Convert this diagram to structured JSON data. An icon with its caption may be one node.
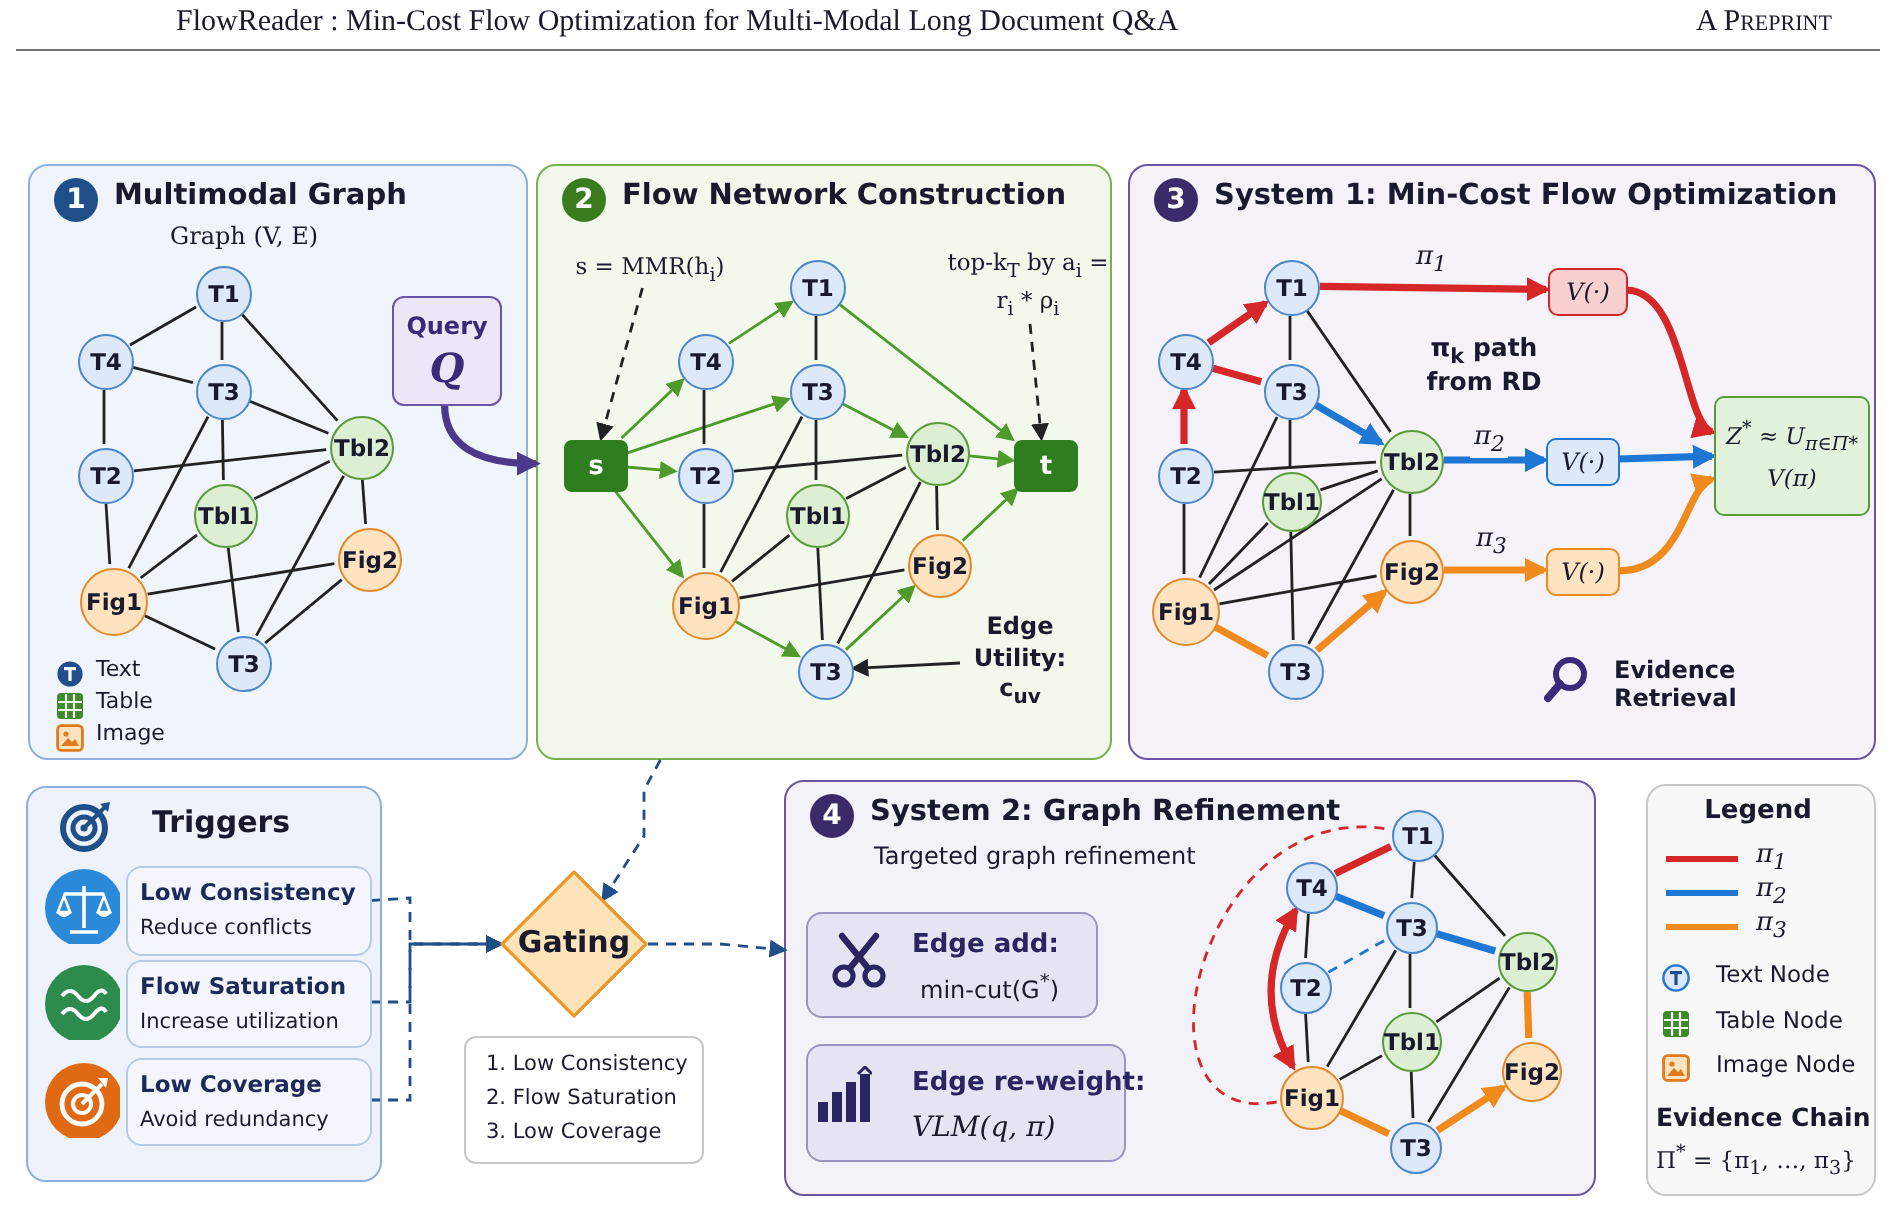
{
  "diagram": {
    "title": "FlowReader : Min-Cost Flow Optimization for Multi-Modal Long Document Q&A",
    "nodes": [
      {
        "text": [
          "1",
          "Multimodal Graph",
          "Graph (V, E)"
        ]
      },
      {
        "text": [
          "T1"
        ],
        "in": 0
      },
      {
        "text": [
          "T4"
        ],
        "in": 0
      },
      {
        "text": [
          "T3"
        ],
        "in": 0
      },
      {
        "text": [
          "T2"
        ],
        "in": 0
      },
      {
        "text": [
          "Tbl2"
        ],
        "in": 0
      },
      {
        "text": [
          "Tbl1"
        ],
        "in": 0
      },
      {
        "text": [
          "Fig2"
        ],
        "in": 0
      },
      {
        "text": [
          "Fig1"
        ],
        "in": 0
      },
      {
        "text": [
          "T3"
        ],
        "in": 0
      },
      {
        "text": [
          "Query",
          "Q"
        ],
        "in": 0
      },
      {
        "text": [
          "2",
          "Flow Network Construction"
        ]
      },
      {
        "text": [
          "s"
        ],
        "in": 11
      },
      {
        "text": [
          "T1"
        ],
        "in": 11
      },
      {
        "text": [
          "T4"
        ],
        "in": 11
      },
      {
        "text": [
          "T3"
        ],
        "in": 11
      },
      {
        "text": [
          "T2"
        ],
        "in": 11
      },
      {
        "text": [
          "Tbl2"
        ],
        "in": 11
      },
      {
        "text": [
          "Tbl1"
        ],
        "in": 11
      },
      {
        "text": [
          "Fig2"
        ],
        "in": 11
      },
      {
        "text": [
          "Fig1"
        ],
        "in": 11
      },
      {
        "text": [
          "T3"
        ],
        "in": 11
      },
      {
        "text": [
          "t"
        ],
        "in": 11
      },
      {
        "text": [
          "s = MMR(h$_{i}$)"
        ],
        "in": 11
      },
      {
        "text": [
          "top-k$_{T}$ by a$_{i}$ = r$_{i}$ * ρ$_{i}$"
        ],
        "in": 11
      },
      {
        "text": [
          "Edge Utility: c$_{uv}$"
        ],
        "in": 11
      },
      {
        "text": [
          "3",
          "System 1: Min-Cost Flow Optimization"
        ]
      },
      {
        "text": [
          "T1"
        ],
        "in": 26
      },
      {
        "text": [
          "T4"
        ],
        "in": 26
      },
      {
        "text": [
          "T3"
        ],
        "in": 26
      },
      {
        "text": [
          "T2"
        ],
        "in": 26
      },
      {
        "text": [
          "Tbl2"
        ],
        "in": 26
      },
      {
        "text": [
          "Tbl1"
        ],
        "in": 26
      },
      {
        "text": [
          "Fig2"
        ],
        "in": 26
      },
      {
        "text": [
          "Fig1"
        ],
        "in": 26
      },
      {
        "text": [
          "T3"
        ],
        "in": 26
      },
      {
        "text": [
          "V(·)"
        ],
        "in": 26
      },
      {
        "text": [
          "V(·)"
        ],
        "in": 26
      },
      {
        "text": [
          "V(·)"
        ],
        "in": 26
      },
      {
        "text": [
          "Z$^{*}$ ≈ U$_{π∈Π*}$ V(π)"
        ],
        "in": 26
      },
      {
        "text": [
          "Triggers"
        ]
      },
      {
        "text": [
          "Low Consistency",
          "Reduce conflicts"
        ],
        "in": 40
      },
      {
        "text": [
          "Flow Saturation",
          "Increase utilization"
        ],
        "in": 40
      },
      {
        "text": [
          "Low Coverage",
          "Avoid redundancy"
        ],
        "in": 40
      },
      {
        "text": [
          "Gating"
        ]
      },
      {
        "text": [
          "1. Low Consistency",
          "2. Flow Saturation",
          "3. Low Coverage"
        ]
      },
      {
        "text": [
          "4",
          "System 2: Graph Refinement",
          "Targeted graph refinement"
        ]
      },
      {
        "text": [
          "Edge add:",
          "min-cut(G$^{*}$)"
        ],
        "in": 46
      },
      {
        "text": [
          "Edge re-weight:",
          "VLM(q, π)"
        ],
        "in": 46
      },
      {
        "text": [
          "T1"
        ],
        "in": 46
      },
      {
        "text": [
          "T4"
        ],
        "in": 46
      },
      {
        "text": [
          "T3"
        ],
        "in": 46
      },
      {
        "text": [
          "T2"
        ],
        "in": 46
      },
      {
        "text": [
          "Tbl2"
        ],
        "in": 46
      },
      {
        "text": [
          "Tbl1"
        ],
        "in": 46
      },
      {
        "text": [
          "Fig2"
        ],
        "in": 46
      },
      {
        "text": [
          "Fig1"
        ],
        "in": 46
      },
      {
        "text": [
          "T3"
        ],
        "in": 46
      }
    ],
    "edges": [
      {
        "from": 1,
        "to": 2,
        "arrow": "none"
      },
      {
        "from": 1,
        "to": 3,
        "arrow": "none"
      },
      {
        "from": 1,
        "to": 5,
        "arrow": "none"
      },
      {
        "from": 2,
        "to": 3,
        "arrow": "none"
      },
      {
        "from": 2,
        "to": 4,
        "arrow": "none"
      },
      {
        "from": 3,
        "to": 5,
        "arrow": "none"
      },
      {
        "from": 3,
        "to": 6,
        "arrow": "none"
      },
      {
        "from": 3,
        "to": 8,
        "arrow": "none"
      },
      {
        "from": 4,
        "to": 5,
        "arrow": "none"
      },
      {
        "from": 4,
        "to": 8,
        "arrow": "none"
      },
      {
        "from": 5,
        "to": 6,
        "arrow": "none"
      },
      {
        "from": 5,
        "to": 7,
        "arrow": "none"
      },
      {
        "from": 5,
        "to": 9,
        "arrow": "none"
      },
      {
        "from": 6,
        "to": 8,
        "arrow": "none"
      },
      {
        "from": 6,
        "to": 9,
        "arrow": "none"
      },
      {
        "from": 7,
        "to": 8,
        "arrow": "none"
      },
      {
        "from": 7,
        "to": 9,
        "arrow": "none"
      },
      {
        "from": 8,
        "to": 9,
        "arrow": "none"
      },
      {
        "from": 10,
        "to": 11,
        "arrow": "to",
        "style": "thick",
        "color": "#4b3a8c"
      },
      {
        "from": 12,
        "to": 14,
        "arrow": "to",
        "color": "#4e9a2a"
      },
      {
        "from": 12,
        "to": 15,
        "arrow": "to",
        "color": "#4e9a2a"
      },
      {
        "from": 12,
        "to": 16,
        "arrow": "to",
        "color": "#4e9a2a"
      },
      {
        "from": 12,
        "to": 20,
        "arrow": "to",
        "color": "#4e9a2a"
      },
      {
        "from": 14,
        "to": 13,
        "arrow": "to",
        "color": "#4e9a2a"
      },
      {
        "from": 13,
        "to": 22,
        "arrow": "to",
        "color": "#4e9a2a"
      },
      {
        "from": 15,
        "to": 17,
        "arrow": "to",
        "color": "#4e9a2a"
      },
      {
        "from": 17,
        "to": 22,
        "arrow": "to",
        "color": "#4e9a2a"
      },
      {
        "from": 19,
        "to": 22,
        "arrow": "to",
        "color": "#4e9a2a"
      },
      {
        "from": 20,
        "to": 21,
        "arrow": "to",
        "color": "#4e9a2a"
      },
      {
        "from": 21,
        "to": 19,
        "arrow": "to",
        "color": "#4e9a2a"
      },
      {
        "from": 13,
        "to": 15,
        "arrow": "none"
      },
      {
        "from": 14,
        "to": 16,
        "arrow": "none"
      },
      {
        "from": 16,
        "to": 17,
        "arrow": "none"
      },
      {
        "from": 16,
        "to": 20,
        "arrow": "none"
      },
      {
        "from": 15,
        "to": 18,
        "arrow": "none"
      },
      {
        "from": 15,
        "to": 20,
        "arrow": "none"
      },
      {
        "from": 17,
        "to": 18,
        "arrow": "none"
      },
      {
        "from": 17,
        "to": 19,
        "arrow": "none"
      },
      {
        "from": 17,
        "to": 21,
        "arrow": "none"
      },
      {
        "from": 18,
        "to": 20,
        "arrow": "none"
      },
      {
        "from": 18,
        "to": 21,
        "arrow": "none"
      },
      {
        "from": 20,
        "to": 19,
        "arrow": "none"
      },
      {
        "from": 23,
        "to": 12,
        "arrow": "to",
        "style": "dashed"
      },
      {
        "from": 24,
        "to": 22,
        "arrow": "to",
        "style": "dashed"
      },
      {
        "from": 25,
        "to": 21,
        "arrow": "to"
      },
      {
        "from": 11,
        "to": 44,
        "arrow": "to",
        "style": "dashed",
        "color": "#1f4e89"
      },
      {
        "from": 30,
        "to": 28,
        "arrow": "to",
        "style": "thick",
        "color": "#d62728"
      },
      {
        "from": 28,
        "to": 27,
        "arrow": "to",
        "style": "thick",
        "color": "#d62728"
      },
      {
        "from": 28,
        "to": 29,
        "arrow": "none",
        "style": "thick",
        "color": "#d62728"
      },
      {
        "from": 29,
        "to": 31,
        "arrow": "to",
        "style": "thick",
        "color": "#1f77d4"
      },
      {
        "from": 27,
        "to": 36,
        "arrow": "to",
        "label": "π$_{1}$",
        "style": "thick",
        "color": "#d62728"
      },
      {
        "from": 31,
        "to": 37,
        "arrow": "to",
        "label": "π$_{2}$",
        "style": "thick",
        "color": "#1f77d4"
      },
      {
        "from": 33,
        "to": 38,
        "arrow": "to",
        "label": "π$_{3}$",
        "style": "thick",
        "color": "#f08a1c"
      },
      {
        "from": 34,
        "to": 35,
        "arrow": "none",
        "style": "thick",
        "color": "#f08a1c"
      },
      {
        "from": 35,
        "to": 33,
        "arrow": "to",
        "style": "thick",
        "color": "#f08a1c"
      },
      {
        "from": 36,
        "to": 39,
        "arrow": "to",
        "style": "thick",
        "color": "#d62728"
      },
      {
        "from": 37,
        "to": 39,
        "arrow": "to",
        "style": "thick",
        "color": "#1f77d4"
      },
      {
        "from": 38,
        "to": 39,
        "arrow": "to",
        "style": "thick",
        "color": "#f08a1c"
      },
      {
        "from": 27,
        "to": 29,
        "arrow": "none"
      },
      {
        "from": 27,
        "to": 31,
        "arrow": "none"
      },
      {
        "from": 29,
        "to": 32,
        "arrow": "none"
      },
      {
        "from": 29,
        "to": 34,
        "arrow": "none"
      },
      {
        "from": 30,
        "to": 31,
        "arrow": "none"
      },
      {
        "from": 30,
        "to": 34,
        "arrow": "none"
      },
      {
        "from": 31,
        "to": 32,
        "arrow": "none"
      },
      {
        "from": 31,
        "to": 34,
        "arrow": "none"
      },
      {
        "from": 31,
        "to": 33,
        "arrow": "none"
      },
      {
        "from": 31,
        "to": 35,
        "arrow": "none"
      },
      {
        "from": 32,
        "to": 34,
        "arrow": "none"
      },
      {
        "from": 32,
        "to": 35,
        "arrow": "none"
      },
      {
        "from": 34,
        "to": 33,
        "arrow": "none"
      },
      {
        "from": 41,
        "to": 44,
        "arrow": "to",
        "style": "dashed",
        "color": "#1f4e89"
      },
      {
        "from": 42,
        "to": 44,
        "arrow": "to",
        "style": "dashed",
        "color": "#1f4e89"
      },
      {
        "from": 43,
        "to": 44,
        "arrow": "to",
        "style": "dashed",
        "color": "#1f4e89"
      },
      {
        "from": 44,
        "to": 46,
        "arrow": "to",
        "style": "dashed",
        "color": "#1f4e89"
      },
      {
        "from": 50,
        "to": 49,
        "arrow": "none",
        "style": "thick",
        "color": "#d62728"
      },
      {
        "from": 50,
        "to": 51,
        "arrow": "none",
        "style": "thick",
        "color": "#1f77d4"
      },
      {
        "from": 51,
        "to": 53,
        "arrow": "none",
        "style": "thick",
        "color": "#1f77d4"
      },
      {
        "from": 50,
        "to": 56,
        "arrow": "both",
        "style": "thick",
        "color": "#d62728"
      },
      {
        "from": 56,
        "to": 49,
        "arrow": "none",
        "style": "dashed",
        "color": "#d62728"
      },
      {
        "from": 52,
        "to": 51,
        "arrow": "none",
        "style": "dashed",
        "color": "#1f77d4"
      },
      {
        "from": 53,
        "to": 55,
        "arrow": "none",
        "style": "thick",
        "color": "#f08a1c"
      },
      {
        "from": 56,
        "to": 57,
        "arrow": "none",
        "style": "thick",
        "color": "#f08a1c"
      },
      {
        "from": 57,
        "to": 55,
        "arrow": "to",
        "style": "thick",
        "color": "#f08a1c"
      },
      {
        "from": 49,
        "to": 51,
        "arrow": "none"
      },
      {
        "from": 49,
        "to": 53,
        "arrow": "none"
      },
      {
        "from": 50,
        "to": 52,
        "arrow": "none"
      },
      {
        "from": 52,
        "to": 56,
        "arrow": "none"
      },
      {
        "from": 51,
        "to": 54,
        "arrow": "none"
      },
      {
        "from": 51,
        "to": 56,
        "arrow": "none"
      },
      {
        "from": 53,
        "to": 54,
        "arrow": "none"
      },
      {
        "from": 53,
        "to": 57,
        "arrow": "none"
      },
      {
        "from": 54,
        "to": 56,
        "arrow": "none"
      },
      {
        "from": 54,
        "to": 57,
        "arrow": "none"
      }
    ],
    "labels": [
      "A Preprint",
      "π$_{k}$ path from RD",
      "Evidence Retrieval",
      "Legend",
      "Evidence Chain",
      "Π$^{*}$ = {π$_{1}$, …, π$_{3}$}"
    ],
    "legend": [
      {
        "text": "Text"
      },
      {
        "text": "Table"
      },
      {
        "text": "Image"
      },
      {
        "text": "π$_{1}$",
        "color": "#d62728"
      },
      {
        "text": "π$_{2}$",
        "color": "#1f77d4"
      },
      {
        "text": "π$_{3}$",
        "color": "#f08a1c"
      },
      {
        "text": "Text Node"
      },
      {
        "text": "Table Node"
      },
      {
        "text": "Image Node"
      }
    ]
  }
}
